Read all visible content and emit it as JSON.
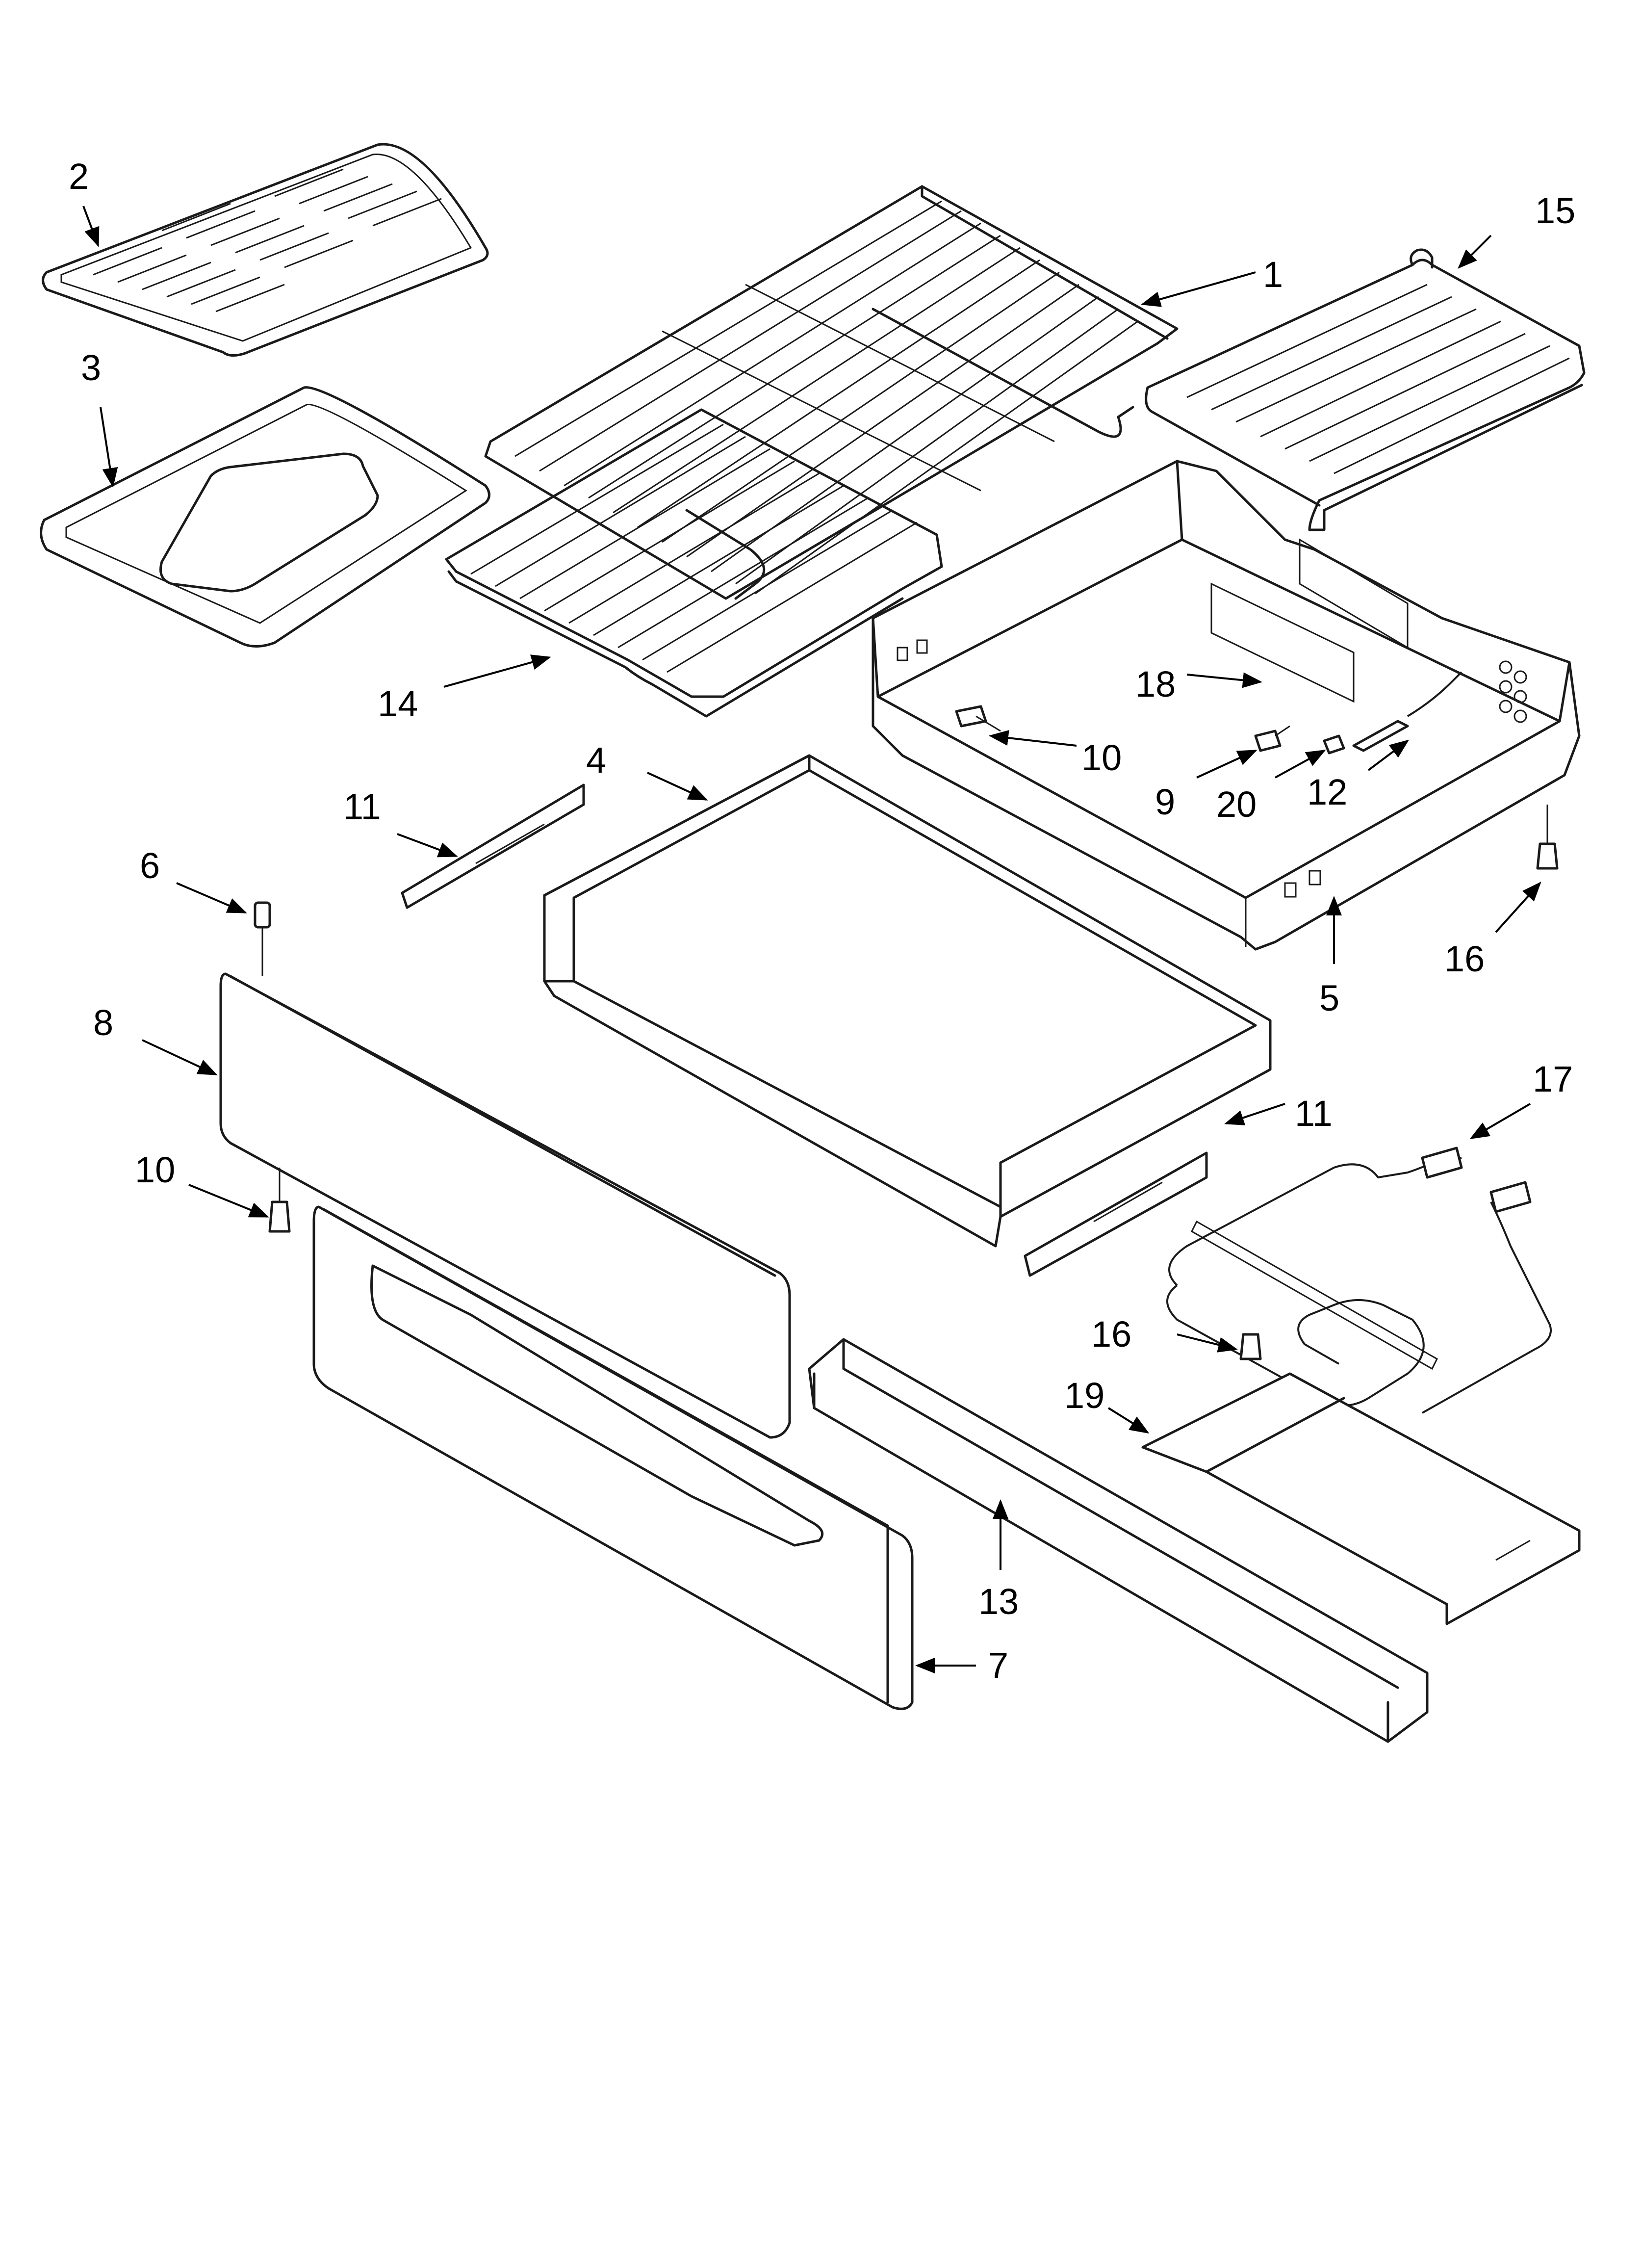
{
  "diagram": {
    "type": "exploded-parts-diagram",
    "colors": {
      "line": "#1a1a1a",
      "background": "#ffffff"
    },
    "callouts": [
      {
        "id": "c1",
        "label": "1"
      },
      {
        "id": "c2",
        "label": "2"
      },
      {
        "id": "c3",
        "label": "3"
      },
      {
        "id": "c4",
        "label": "4"
      },
      {
        "id": "c5",
        "label": "5"
      },
      {
        "id": "c6",
        "label": "6"
      },
      {
        "id": "c7",
        "label": "7"
      },
      {
        "id": "c8",
        "label": "8"
      },
      {
        "id": "c9",
        "label": "9"
      },
      {
        "id": "c10a",
        "label": "10"
      },
      {
        "id": "c10b",
        "label": "10"
      },
      {
        "id": "c11a",
        "label": "11"
      },
      {
        "id": "c11b",
        "label": "11"
      },
      {
        "id": "c12",
        "label": "12"
      },
      {
        "id": "c13",
        "label": "13"
      },
      {
        "id": "c14",
        "label": "14"
      },
      {
        "id": "c15",
        "label": "15"
      },
      {
        "id": "c16a",
        "label": "16"
      },
      {
        "id": "c16b",
        "label": "16"
      },
      {
        "id": "c17",
        "label": "17"
      },
      {
        "id": "c18",
        "label": "18"
      },
      {
        "id": "c19",
        "label": "19"
      },
      {
        "id": "c20",
        "label": "20"
      }
    ]
  }
}
